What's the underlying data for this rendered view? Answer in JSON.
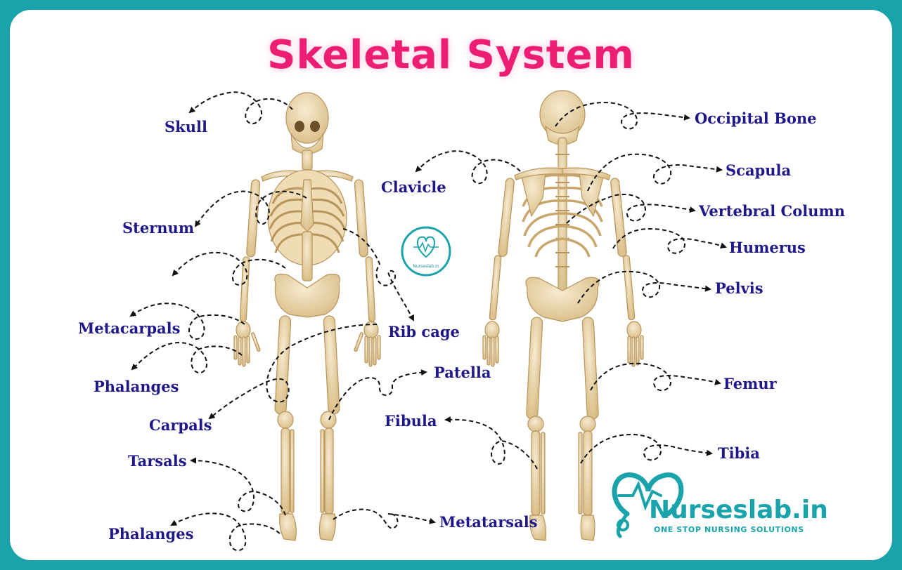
{
  "title": "Skeletal System",
  "labels": {
    "skull": "Skull",
    "clavicle": "Clavicle",
    "sternum": "Sternum",
    "metacarpals": "Metacarpals",
    "rib_cage": "Rib cage",
    "phalanges_hand": "Phalanges",
    "patella": "Patella",
    "carpals": "Carpals",
    "fibula": "Fibula",
    "tarsals": "Tarsals",
    "phalanges_foot": "Phalanges",
    "metatarsals": "Metatarsals",
    "occipital_bone": "Occipital Bone",
    "scapula": "Scapula",
    "vertebral_column": "Vertebral Column",
    "humerus": "Humerus",
    "pelvis": "Pelvis",
    "femur": "Femur",
    "tibia": "Tibia"
  },
  "badge": {
    "text": "Nurseslab.in"
  },
  "brand": {
    "name": "Nurseslab.in",
    "tagline": "ONE STOP NURSING SOLUTIONS"
  },
  "colors": {
    "background": "#1aa3ab",
    "title": "#ec1e74",
    "label": "#1e1888",
    "bone": "#e8d3a6",
    "brand": "#1aa3ab"
  }
}
